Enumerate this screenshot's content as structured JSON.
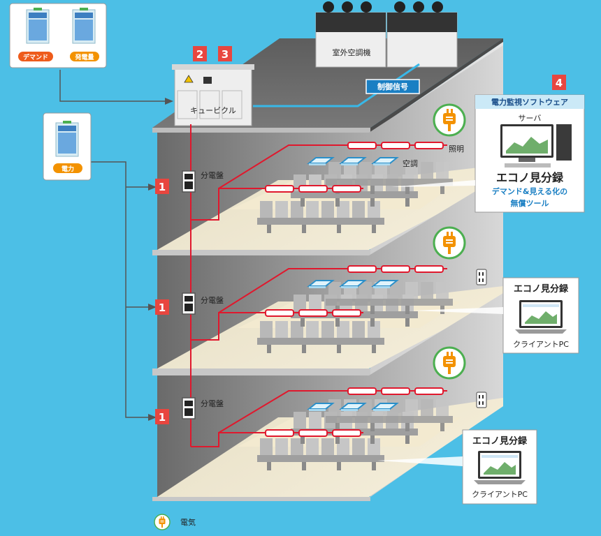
{
  "meters": {
    "demand": "デマンド",
    "generation": "発電量",
    "power": "電力"
  },
  "numbers": {
    "one": "1",
    "two": "2",
    "three": "3",
    "four": "4"
  },
  "roof": {
    "outdoor_ac": "室外空調機",
    "control_signal": "制御信号",
    "cubicle": "キュービクル"
  },
  "floors": {
    "panel": "分電盤",
    "lighting": "照明",
    "aircon": "空調"
  },
  "software": {
    "header": "電力監視ソフトウェア",
    "server": "サーバ",
    "product": "エコノ見分録",
    "tagline_1": "デマンド&見える化の",
    "tagline_2": "無償ツール"
  },
  "client_pc": {
    "product": "エコノ見分録",
    "label": "クライアントPC"
  },
  "legend": {
    "electricity": "電気"
  },
  "colors": {
    "background": "#4cbfe6",
    "wiring": "#e0182d",
    "badge": "#e8463f",
    "plug": "#f39200",
    "legend_ring": "#4caf50"
  }
}
